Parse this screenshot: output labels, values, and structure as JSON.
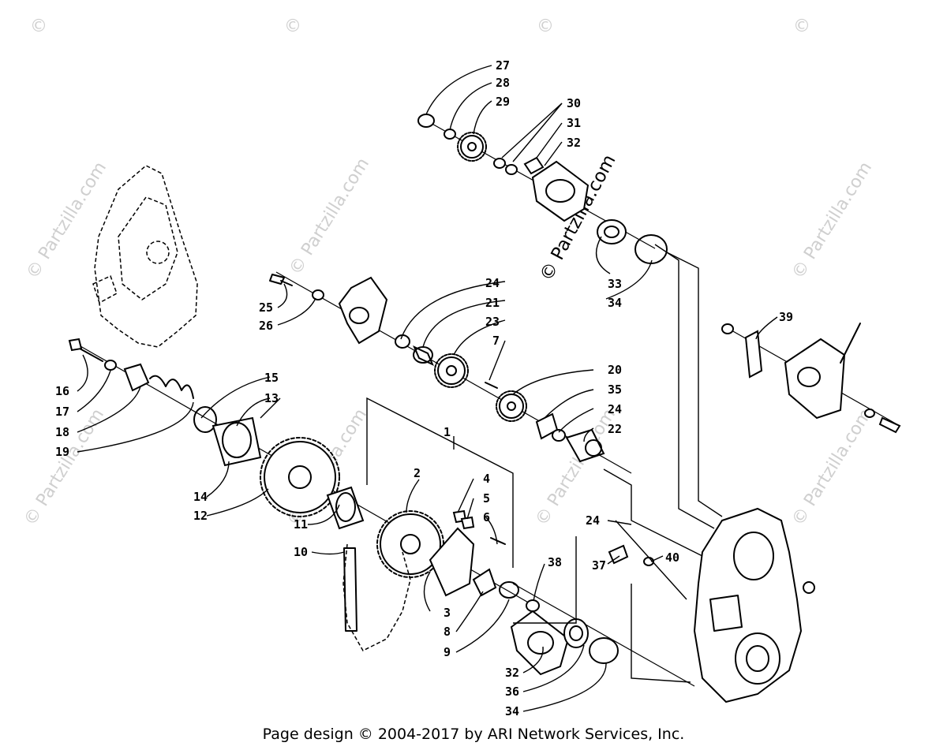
{
  "watermark": {
    "text": "© Partzilla.com",
    "corner_text": "©"
  },
  "footer": {
    "text": "Page design © 2004-2017 by ARI Network Services, Inc."
  },
  "callouts": {
    "n1": "1",
    "n2": "2",
    "n3": "3",
    "n4": "4",
    "n5": "5",
    "n6": "6",
    "n7": "7",
    "n8": "8",
    "n9": "9",
    "n10": "10",
    "n11": "11",
    "n12": "12",
    "n13": "13",
    "n14": "14",
    "n15": "15",
    "n16": "16",
    "n17": "17",
    "n18": "18",
    "n19": "19",
    "n20": "20",
    "n21": "21",
    "n22": "22",
    "n23": "23",
    "n24a": "24",
    "n24b": "24",
    "n24c": "24",
    "n25": "25",
    "n26": "26",
    "n27": "27",
    "n28": "28",
    "n29": "29",
    "n30": "30",
    "n31": "31",
    "n32a": "32",
    "n32b": "32",
    "n33": "33",
    "n34a": "34",
    "n34b": "34",
    "n35": "35",
    "n36": "36",
    "n37": "37",
    "n38": "38",
    "n39": "39",
    "n40": "40"
  }
}
